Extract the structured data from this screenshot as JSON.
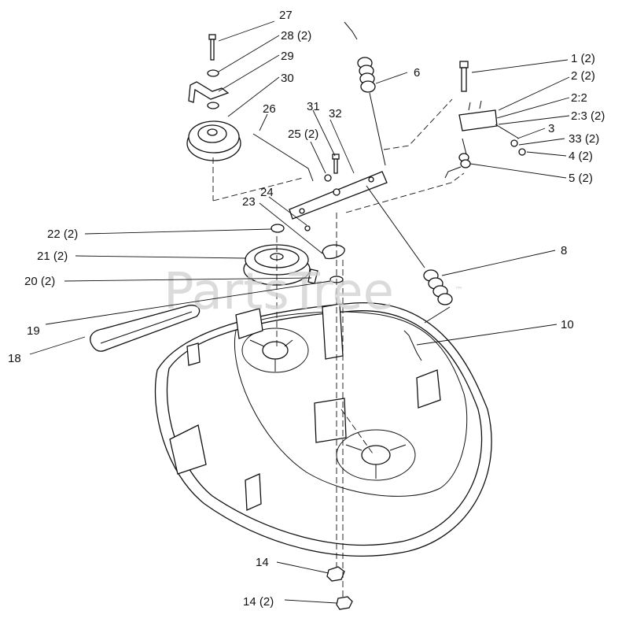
{
  "diagram": {
    "watermark": "PartsTree",
    "watermark_mark": "™",
    "callouts": [
      {
        "id": "c27",
        "text": "27"
      },
      {
        "id": "c28",
        "text": "28 (2)"
      },
      {
        "id": "c29",
        "text": "29"
      },
      {
        "id": "c30",
        "text": "30"
      },
      {
        "id": "c26",
        "text": "26"
      },
      {
        "id": "c31",
        "text": "31"
      },
      {
        "id": "c32",
        "text": "32"
      },
      {
        "id": "c25",
        "text": "25 (2)"
      },
      {
        "id": "c24",
        "text": "24"
      },
      {
        "id": "c23",
        "text": "23"
      },
      {
        "id": "c22",
        "text": "22 (2)"
      },
      {
        "id": "c21",
        "text": "21 (2)"
      },
      {
        "id": "c20",
        "text": "20 (2)"
      },
      {
        "id": "c19",
        "text": "19"
      },
      {
        "id": "c18",
        "text": "18"
      },
      {
        "id": "c6",
        "text": "6"
      },
      {
        "id": "c1",
        "text": "1 (2)"
      },
      {
        "id": "c2",
        "text": "2 (2)"
      },
      {
        "id": "c2_2",
        "text": "2:2"
      },
      {
        "id": "c2_3",
        "text": "2:3 (2)"
      },
      {
        "id": "c3",
        "text": "3"
      },
      {
        "id": "c33",
        "text": "33 (2)"
      },
      {
        "id": "c4",
        "text": "4 (2)"
      },
      {
        "id": "c5",
        "text": "5 (2)"
      },
      {
        "id": "c8",
        "text": "8"
      },
      {
        "id": "c10",
        "text": "10"
      },
      {
        "id": "c14a",
        "text": "14"
      },
      {
        "id": "c14b",
        "text": "14 (2)"
      }
    ]
  }
}
